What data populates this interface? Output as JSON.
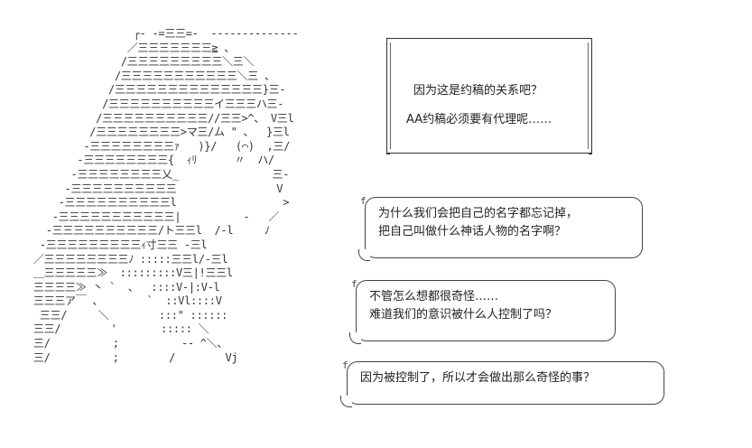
{
  "dialogue": {
    "box1": {
      "line1": "因为这是约稿的关系吧？",
      "line2": "AA约稿必须要有代理呢……"
    },
    "box2": {
      "line1": "为什么我们会把自己的名字都忘记掉，",
      "line2": "把自己叫做什么神话人物的名字啊？"
    },
    "box3": {
      "line1": "不管怎么想都很奇怪……",
      "line2": "难道我们的意识被什么人控制了吗？"
    },
    "box4": {
      "line1": "因为被控制了，所以才会做出那么奇怪的事？"
    }
  },
  "colors": {
    "background": "#ffffff",
    "text": "#222222",
    "line_art": "#333333"
  }
}
